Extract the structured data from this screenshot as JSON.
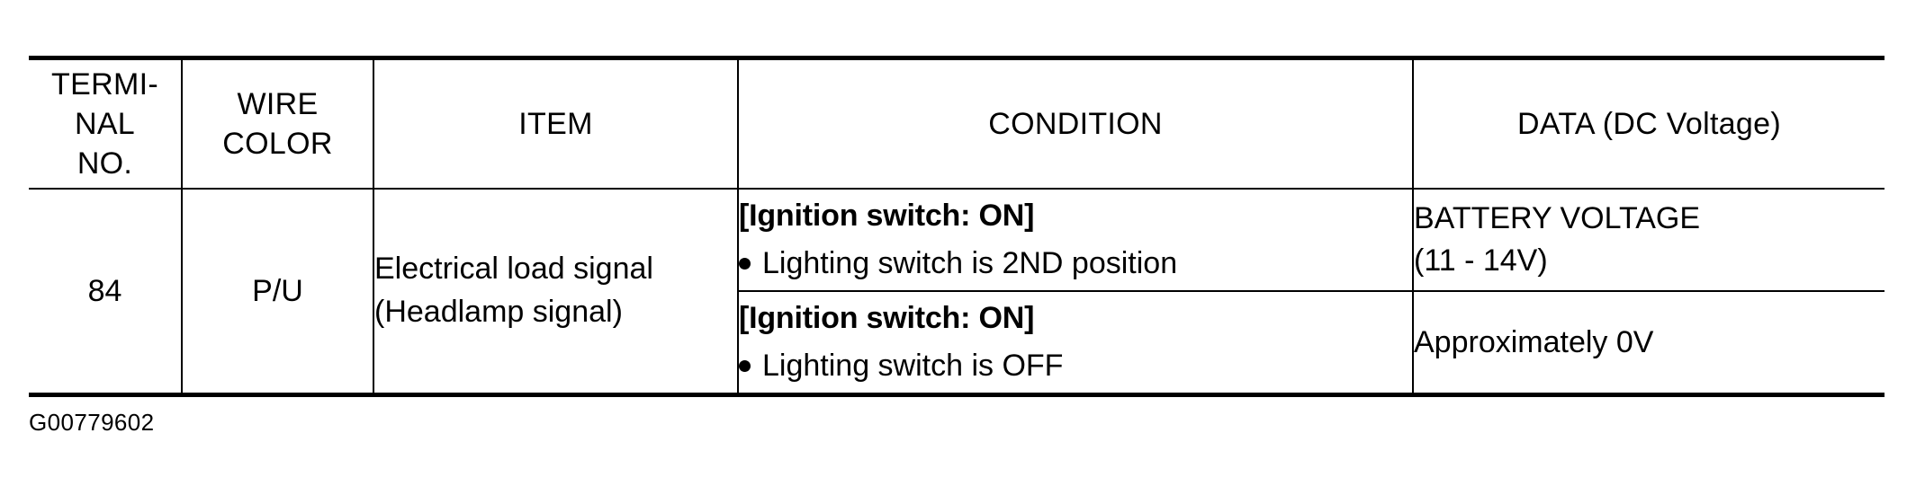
{
  "table": {
    "headers": [
      {
        "id": "terminal-no",
        "lines": [
          "TERMI-",
          "NAL",
          "NO."
        ]
      },
      {
        "id": "wire-color",
        "lines": [
          "WIRE",
          "COLOR"
        ]
      },
      {
        "id": "item",
        "lines": [
          "ITEM"
        ]
      },
      {
        "id": "condition",
        "lines": [
          "CONDITION"
        ]
      },
      {
        "id": "data",
        "lines": [
          "DATA (DC Voltage)"
        ]
      }
    ],
    "header_text": {
      "terminal_l1": "TERMI-",
      "terminal_l2": "NAL",
      "terminal_l3": "NO.",
      "wire_l1": "WIRE",
      "wire_l2": "COLOR",
      "item": "ITEM",
      "condition": "CONDITION",
      "data": "DATA (DC Voltage)"
    },
    "row": {
      "terminal_no": "84",
      "wire_color": "P/U",
      "item_l1": "Electrical load signal",
      "item_l2": "(Headlamp signal)",
      "conditions": [
        {
          "title": "[Ignition switch: ON]",
          "bullet": "Lighting switch is 2ND position",
          "data_l1": "BATTERY VOLTAGE",
          "data_l2": "(11 - 14V)"
        },
        {
          "title": "[Ignition switch: ON]",
          "bullet": "Lighting switch is OFF",
          "data_l1": "Approximately 0V",
          "data_l2": ""
        }
      ]
    }
  },
  "figure": {
    "caption": "G00779602"
  },
  "colors": {
    "ink": "#000000",
    "paper": "#ffffff"
  }
}
